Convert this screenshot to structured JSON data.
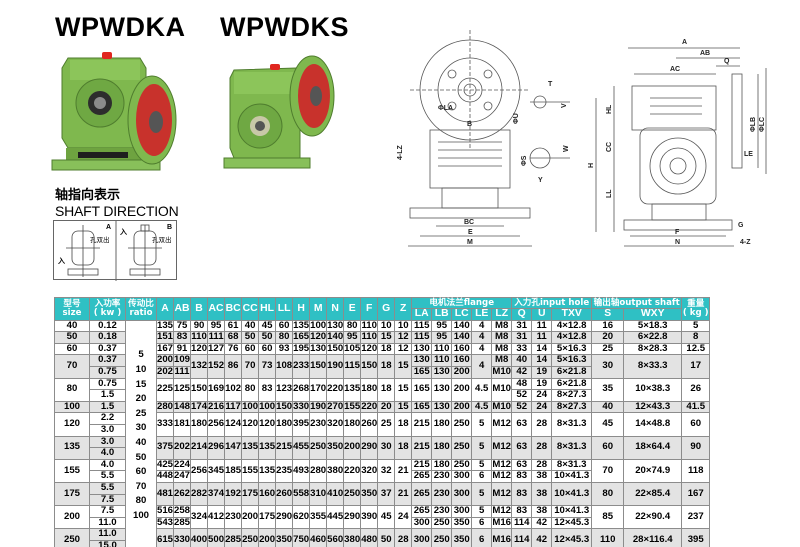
{
  "titles": {
    "model_a": "WPWDKA",
    "model_s": "WPWDKS"
  },
  "shaft_direction": {
    "title_cn": "轴指向表示",
    "title_en": "SHAFT DIRECTION",
    "panel_a": {
      "label": "A",
      "output_label": "孔双出",
      "input_label": "入"
    },
    "panel_b": {
      "label": "B",
      "output_label": "孔双出",
      "input_label": "入"
    }
  },
  "drawing_labels": {
    "front": [
      "ΦLA",
      "B",
      "4-LZ",
      "BC",
      "E",
      "M",
      "T",
      "V",
      "ΦU",
      "ΦS",
      "W",
      "Y"
    ],
    "side": [
      "A",
      "AB",
      "AC",
      "Q",
      "HL",
      "CC",
      "H",
      "LL",
      "ΦLB",
      "ΦLC",
      "LE",
      "F",
      "N",
      "G",
      "4-Z"
    ]
  },
  "colors": {
    "header_bg": "#2fc0c4",
    "row_shade": "#e3e3e3",
    "casing_green": "#79b54a",
    "flange_red": "#c8322c"
  },
  "table": {
    "headers": {
      "size_cn": "型号",
      "size_en": "size",
      "kw_cn": "入功率",
      "kw_en": "( kw )",
      "ratio_cn": "传动比",
      "ratio_en": "ratio",
      "dims": [
        "A",
        "AB",
        "B",
        "AC",
        "BC",
        "CC",
        "HL",
        "LL",
        "H",
        "M",
        "N",
        "E",
        "F",
        "G",
        "Z"
      ],
      "flange_group": "电机法兰flange",
      "flange": [
        "LA",
        "LB",
        "LC",
        "LE",
        "LZ"
      ],
      "input_group": "入力孔input hole",
      "input": [
        "Q",
        "U",
        "TXV"
      ],
      "output_group": "输出轴output shaft",
      "output": [
        "S",
        "WXY"
      ],
      "weight_cn": "重量",
      "weight_en": "( kg )"
    },
    "ratios": [
      "5",
      "10",
      "15",
      "20",
      "25",
      "30",
      "40",
      "50",
      "60",
      "70",
      "80",
      "100"
    ],
    "rows": [
      {
        "size": "40",
        "kw": [
          "0.12"
        ],
        "A": [
          "135"
        ],
        "AB": [
          "75"
        ],
        "B": "90",
        "AC": "95",
        "BC": "61",
        "CC": "40",
        "HL": "45",
        "LL": "60",
        "H": "135",
        "M": "100",
        "N": "130",
        "E": "80",
        "F": "110",
        "G": "10",
        "Z": "10",
        "flange": [
          [
            "115",
            "95",
            "140",
            "4",
            "M8"
          ]
        ],
        "input": [
          [
            "31",
            "11",
            "4×12.8"
          ]
        ],
        "S": "16",
        "WXY": "5×18.3",
        "kg": "5"
      },
      {
        "size": "50",
        "kw": [
          "0.18"
        ],
        "A": [
          "151"
        ],
        "AB": [
          "83"
        ],
        "B": "110",
        "AC": "111",
        "BC": "68",
        "CC": "50",
        "HL": "50",
        "LL": "80",
        "H": "165",
        "M": "120",
        "N": "140",
        "E": "95",
        "F": "110",
        "G": "15",
        "Z": "12",
        "flange": [
          [
            "115",
            "95",
            "140",
            "4",
            "M8"
          ]
        ],
        "input": [
          [
            "31",
            "11",
            "4×12.8"
          ]
        ],
        "S": "20",
        "WXY": "6×22.8",
        "kg": "8"
      },
      {
        "size": "60",
        "kw": [
          "0.37"
        ],
        "A": [
          "167"
        ],
        "AB": [
          "91"
        ],
        "B": "120",
        "AC": "127",
        "BC": "76",
        "CC": "60",
        "HL": "60",
        "LL": "93",
        "H": "195",
        "M": "130",
        "N": "150",
        "E": "105",
        "F": "120",
        "G": "18",
        "Z": "12",
        "flange": [
          [
            "130",
            "110",
            "160",
            "4",
            "M8"
          ]
        ],
        "input": [
          [
            "33",
            "14",
            "5×16.3"
          ]
        ],
        "S": "25",
        "WXY": "8×28.3",
        "kg": "12.5"
      },
      {
        "size": "70",
        "kw": [
          "0.37",
          "0.75"
        ],
        "A": [
          "200",
          "202"
        ],
        "AB": [
          "109",
          "111"
        ],
        "B": "132",
        "AC": "152",
        "BC": "86",
        "CC": "70",
        "HL": "73",
        "LL": "108",
        "H": "233",
        "M": "150",
        "N": "190",
        "E": "115",
        "F": "150",
        "G": "18",
        "Z": "15",
        "flange": [
          [
            "130",
            "110",
            "160",
            "4",
            "M8"
          ],
          [
            "165",
            "130",
            "200",
            "",
            "M10"
          ]
        ],
        "input": [
          [
            "40",
            "14",
            "5×16.3"
          ],
          [
            "42",
            "19",
            "6×21.8"
          ]
        ],
        "S": "30",
        "WXY": "8×33.3",
        "kg": "17"
      },
      {
        "size": "80",
        "kw": [
          "0.75",
          "1.5"
        ],
        "A": [
          "225"
        ],
        "AB": [
          "125"
        ],
        "B": "150",
        "AC": "169",
        "BC": "102",
        "CC": "80",
        "HL": "83",
        "LL": "123",
        "H": "268",
        "M": "170",
        "N": "220",
        "E": "135",
        "F": "180",
        "G": "18",
        "Z": "15",
        "flange": [
          [
            "165",
            "130",
            "200",
            "4.5",
            "M10"
          ]
        ],
        "input": [
          [
            "48",
            "19",
            "6×21.8"
          ],
          [
            "52",
            "24",
            "8×27.3"
          ]
        ],
        "S": "35",
        "WXY": "10×38.3",
        "kg": "26"
      },
      {
        "size": "100",
        "kw": [
          "1.5"
        ],
        "A": [
          "280"
        ],
        "AB": [
          "148"
        ],
        "B": "174",
        "AC": "216",
        "BC": "117",
        "CC": "100",
        "HL": "100",
        "LL": "150",
        "H": "330",
        "M": "190",
        "N": "270",
        "E": "155",
        "F": "220",
        "G": "20",
        "Z": "15",
        "flange": [
          [
            "165",
            "130",
            "200",
            "4.5",
            "M10"
          ]
        ],
        "input": [
          [
            "52",
            "24",
            "8×27.3"
          ]
        ],
        "S": "40",
        "WXY": "12×43.3",
        "kg": "41.5"
      },
      {
        "size": "120",
        "kw": [
          "2.2",
          "3.0"
        ],
        "A": [
          "333"
        ],
        "AB": [
          "181"
        ],
        "B": "180",
        "AC": "256",
        "BC": "124",
        "CC": "120",
        "HL": "120",
        "LL": "180",
        "H": "395",
        "M": "230",
        "N": "320",
        "E": "180",
        "F": "260",
        "G": "25",
        "Z": "18",
        "flange": [
          [
            "215",
            "180",
            "250",
            "5",
            "M12"
          ]
        ],
        "input": [
          [
            "63",
            "28",
            "8×31.3"
          ]
        ],
        "S": "45",
        "WXY": "14×48.8",
        "kg": "60"
      },
      {
        "size": "135",
        "kw": [
          "3.0",
          "4.0"
        ],
        "A": [
          "375"
        ],
        "AB": [
          "202"
        ],
        "B": "214",
        "AC": "296",
        "BC": "147",
        "CC": "135",
        "HL": "135",
        "LL": "215",
        "H": "455",
        "M": "250",
        "N": "350",
        "E": "200",
        "F": "290",
        "G": "30",
        "Z": "18",
        "flange": [
          [
            "215",
            "180",
            "250",
            "5",
            "M12"
          ]
        ],
        "input": [
          [
            "63",
            "28",
            "8×31.3"
          ]
        ],
        "S": "60",
        "WXY": "18×64.4",
        "kg": "90"
      },
      {
        "size": "155",
        "kw": [
          "4.0",
          "5.5"
        ],
        "A": [
          "425",
          "448"
        ],
        "AB": [
          "224",
          "247"
        ],
        "B": "256",
        "AC": "345",
        "BC": "185",
        "CC": "155",
        "HL": "135",
        "LL": "235",
        "H": "493",
        "M": "280",
        "N": "380",
        "E": "220",
        "F": "320",
        "G": "32",
        "Z": "21",
        "flange": [
          [
            "215",
            "180",
            "250",
            "5",
            "M12"
          ],
          [
            "265",
            "230",
            "300",
            "6",
            "M12"
          ]
        ],
        "input": [
          [
            "63",
            "28",
            "8×31.3"
          ],
          [
            "83",
            "38",
            "10×41.3"
          ]
        ],
        "S": "70",
        "WXY": "20×74.9",
        "kg": "118"
      },
      {
        "size": "175",
        "kw": [
          "5.5",
          "7.5"
        ],
        "A": [
          "481"
        ],
        "AB": [
          "262"
        ],
        "B": "282",
        "AC": "374",
        "BC": "192",
        "CC": "175",
        "HL": "160",
        "LL": "260",
        "H": "558",
        "M": "310",
        "N": "410",
        "E": "250",
        "F": "350",
        "G": "37",
        "Z": "21",
        "flange": [
          [
            "265",
            "230",
            "300",
            "5",
            "M12"
          ]
        ],
        "input": [
          [
            "83",
            "38",
            "10×41.3"
          ]
        ],
        "S": "80",
        "WXY": "22×85.4",
        "kg": "167"
      },
      {
        "size": "200",
        "kw": [
          "7.5",
          "11.0"
        ],
        "A": [
          "516",
          "543"
        ],
        "AB": [
          "258",
          "285"
        ],
        "B": "324",
        "AC": "412",
        "BC": "230",
        "CC": "200",
        "HL": "175",
        "LL": "290",
        "H": "620",
        "M": "355",
        "N": "445",
        "E": "290",
        "F": "390",
        "G": "45",
        "Z": "24",
        "flange": [
          [
            "265",
            "230",
            "300",
            "5",
            "M12"
          ],
          [
            "300",
            "250",
            "350",
            "6",
            "M16"
          ]
        ],
        "input": [
          [
            "83",
            "38",
            "10×41.3"
          ],
          [
            "114",
            "42",
            "12×45.3"
          ]
        ],
        "S": "85",
        "WXY": "22×90.4",
        "kg": "237"
      },
      {
        "size": "250",
        "kw": [
          "11.0",
          "15.0"
        ],
        "A": [
          "615"
        ],
        "AB": [
          "330"
        ],
        "B": "400",
        "AC": "500",
        "BC": "285",
        "CC": "250",
        "HL": "200",
        "LL": "350",
        "H": "750",
        "M": "460",
        "N": "560",
        "E": "380",
        "F": "480",
        "G": "50",
        "Z": "28",
        "flange": [
          [
            "300",
            "250",
            "350",
            "6",
            "M16"
          ]
        ],
        "input": [
          [
            "114",
            "42",
            "12×45.3"
          ]
        ],
        "S": "110",
        "WXY": "28×116.4",
        "kg": "395"
      }
    ]
  }
}
